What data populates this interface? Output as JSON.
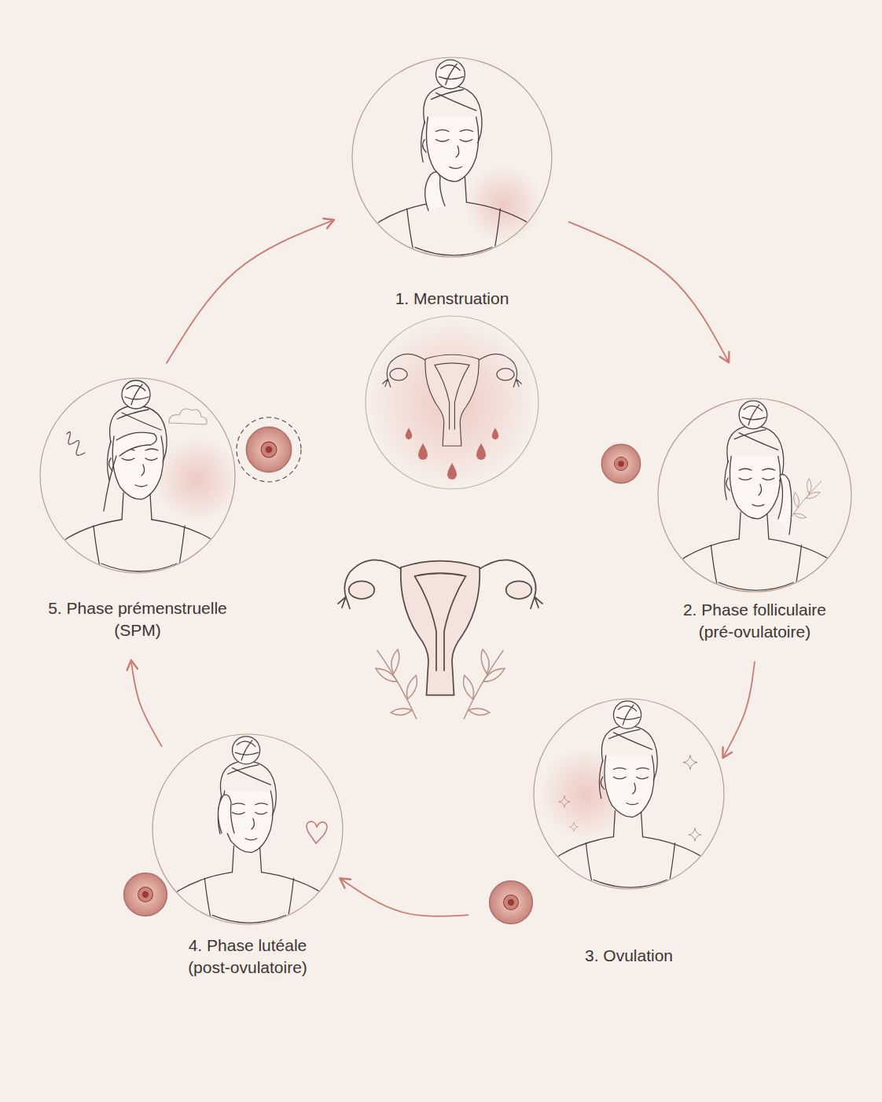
{
  "diagram": {
    "nodes": [
      {
        "text": [
          "1. Menstruation"
        ]
      },
      {
        "text": [
          "2. Phase folliculaire (pré-ovulatoire)"
        ]
      },
      {
        "text": [
          "3. Ovulation"
        ]
      },
      {
        "text": [
          "4. Phase lutéale (post-ovulatoire)"
        ]
      },
      {
        "text": [
          "5. Phase prémenstruelle (SPM)"
        ]
      }
    ],
    "edges": [
      {
        "from": 0,
        "to": 1,
        "arrow": "to"
      },
      {
        "from": 1,
        "to": 2,
        "arrow": "to"
      },
      {
        "from": 2,
        "to": 3,
        "arrow": "to"
      },
      {
        "from": 3,
        "to": 4,
        "arrow": "to"
      },
      {
        "from": 4,
        "to": 0,
        "arrow": "to"
      }
    ]
  }
}
